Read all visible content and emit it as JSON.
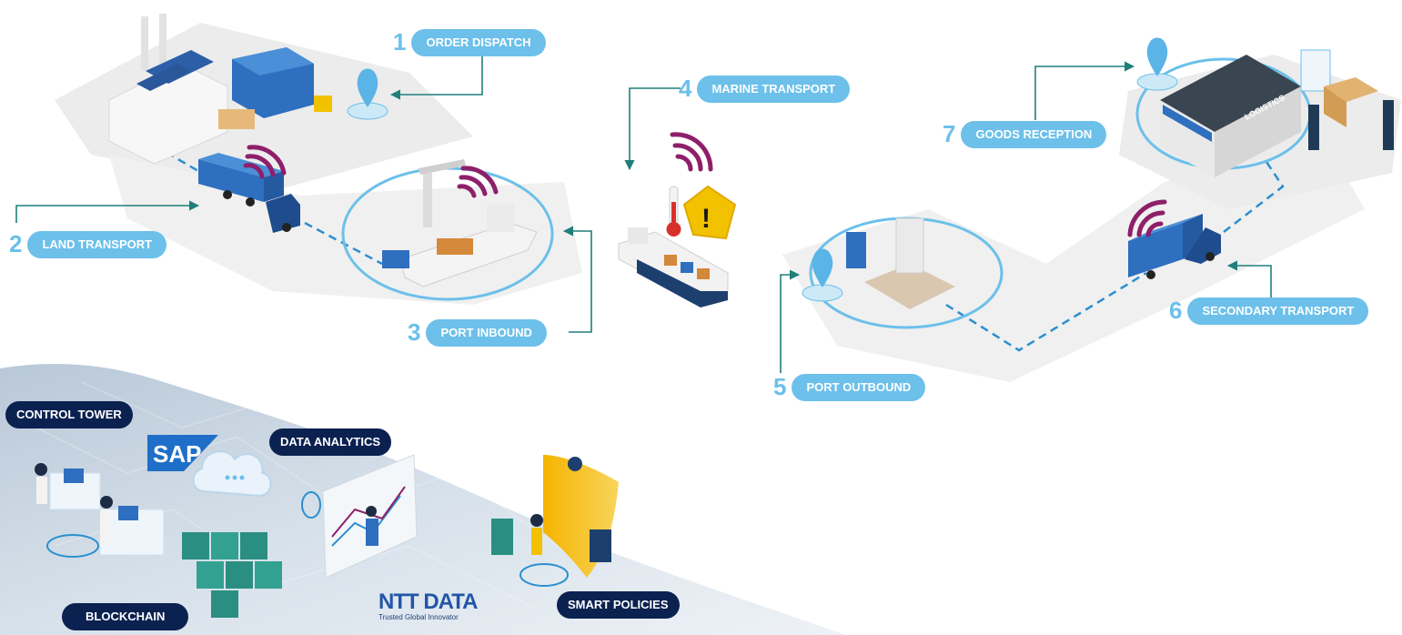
{
  "steps": [
    {
      "num": "1",
      "label": "ORDER DISPATCH"
    },
    {
      "num": "2",
      "label": "LAND TRANSPORT"
    },
    {
      "num": "3",
      "label": "PORT INBOUND"
    },
    {
      "num": "4",
      "label": "MARINE TRANSPORT"
    },
    {
      "num": "5",
      "label": "PORT OUTBOUND"
    },
    {
      "num": "6",
      "label": "SECONDARY TRANSPORT"
    },
    {
      "num": "7",
      "label": "GOODS RECEPTION"
    }
  ],
  "platform_tags": {
    "control_tower": "CONTROL TOWER",
    "data_analytics": "DATA ANALYTICS",
    "blockchain": "BLOCKCHAIN",
    "smart_policies": "SMART POLICIES"
  },
  "logos": {
    "sap": "SAP",
    "ntt_name": "NTT DATA",
    "ntt_tagline": "Trusted Global Innovator"
  },
  "building_sign": "LOGISTICS",
  "colors": {
    "step_accent": "#6cc0ea",
    "tag_navy": "#0b2150",
    "arrow_teal": "#1f7f7a",
    "wifi_purple": "#8e1f6a",
    "container_blue": "#2f6fbf",
    "alert_yellow": "#f2c200"
  },
  "icons": [
    "factory-icon",
    "location-pin-icon",
    "wifi-signal-icon",
    "truck-icon",
    "crane-icon",
    "cargo-ship-icon",
    "thermometer-icon",
    "warning-icon",
    "port-building-icon",
    "warehouse-icon",
    "cloud-icon",
    "blockchain-cubes-icon",
    "shield-icon"
  ]
}
